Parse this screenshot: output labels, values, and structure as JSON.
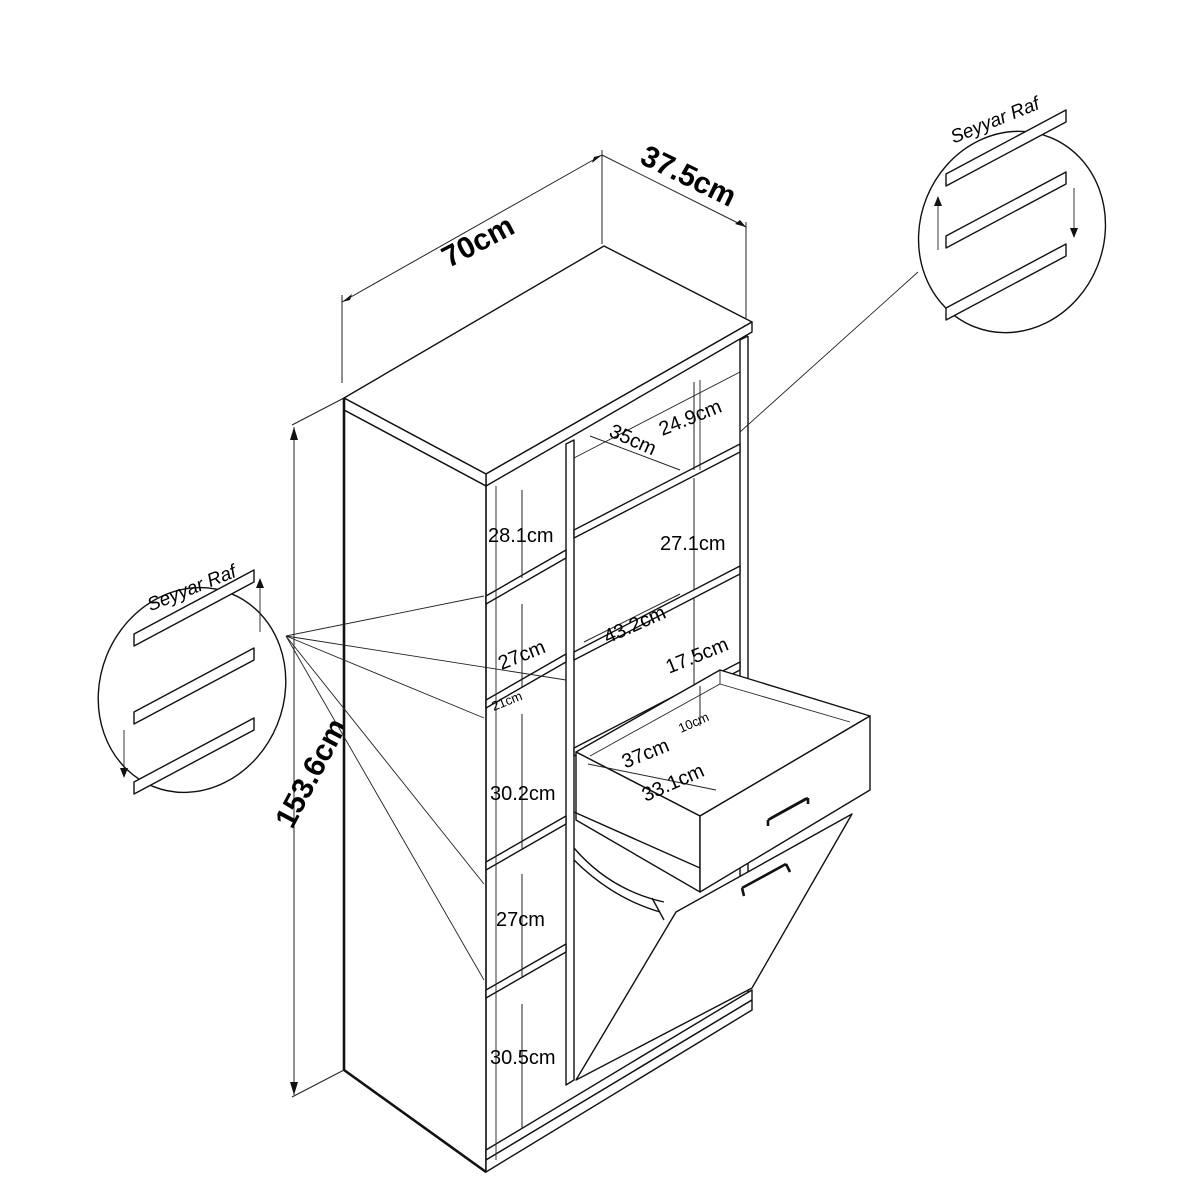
{
  "dimensions": {
    "width": "70cm",
    "depth": "37.5cm",
    "height": "153.6cm"
  },
  "callouts": {
    "right": "Seyyar Raf",
    "left": "Seyyar Raf"
  },
  "left_column": {
    "s1": "28.1cm",
    "s2": "27cm",
    "s3": "21cm",
    "s4": "30.2cm",
    "s5": "27cm",
    "s6": "30.5cm"
  },
  "right_column": {
    "top_height": "24.9cm",
    "top_depth": "35cm",
    "shelf2": "27.1cm",
    "width_inner": "43.2cm",
    "shelf3": "17.5cm"
  },
  "drawer": {
    "height": "10cm",
    "depth": "37cm",
    "width": "33.1cm"
  }
}
